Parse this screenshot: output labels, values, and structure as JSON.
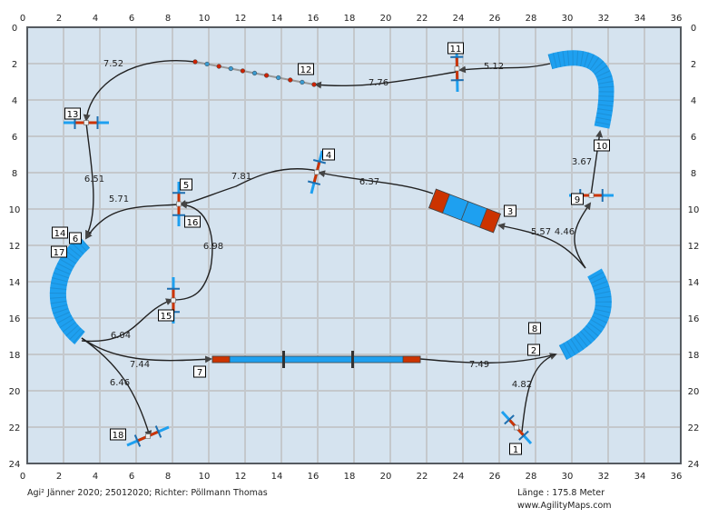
{
  "axis": {
    "x_ticks": [
      "0",
      "2",
      "4",
      "6",
      "8",
      "10",
      "12",
      "14",
      "16",
      "18",
      "20",
      "22",
      "24",
      "26",
      "28",
      "30",
      "32",
      "34",
      "36"
    ],
    "y_ticks": [
      "0",
      "2",
      "4",
      "6",
      "8",
      "10",
      "12",
      "14",
      "16",
      "18",
      "20",
      "22",
      "24"
    ]
  },
  "obstacle_numbers": [
    "1",
    "2",
    "3",
    "4",
    "5",
    "6",
    "7",
    "8",
    "9",
    "10",
    "11",
    "12",
    "13",
    "14",
    "15",
    "16",
    "17",
    "18"
  ],
  "distances": [
    "4.82",
    "7.49",
    "5.57",
    "4.46",
    "3.67",
    "5.12",
    "7.76",
    "7.52",
    "6.51",
    "5.71",
    "6.37",
    "7.81",
    "6.98",
    "6.04",
    "7.44",
    "6.46"
  ],
  "footer": {
    "info": "Agi² Jänner 2020; 25012020; Richter: Pöllmann Thomas",
    "length": "Länge : 175.8 Meter",
    "site": "www.AgilityMaps.com"
  },
  "colors": {
    "field": "#d5e3ef",
    "grid": "#c4c8cc",
    "tunnel": "#1ea0f0",
    "contact": "#cc3300",
    "border": "#555a60"
  }
}
